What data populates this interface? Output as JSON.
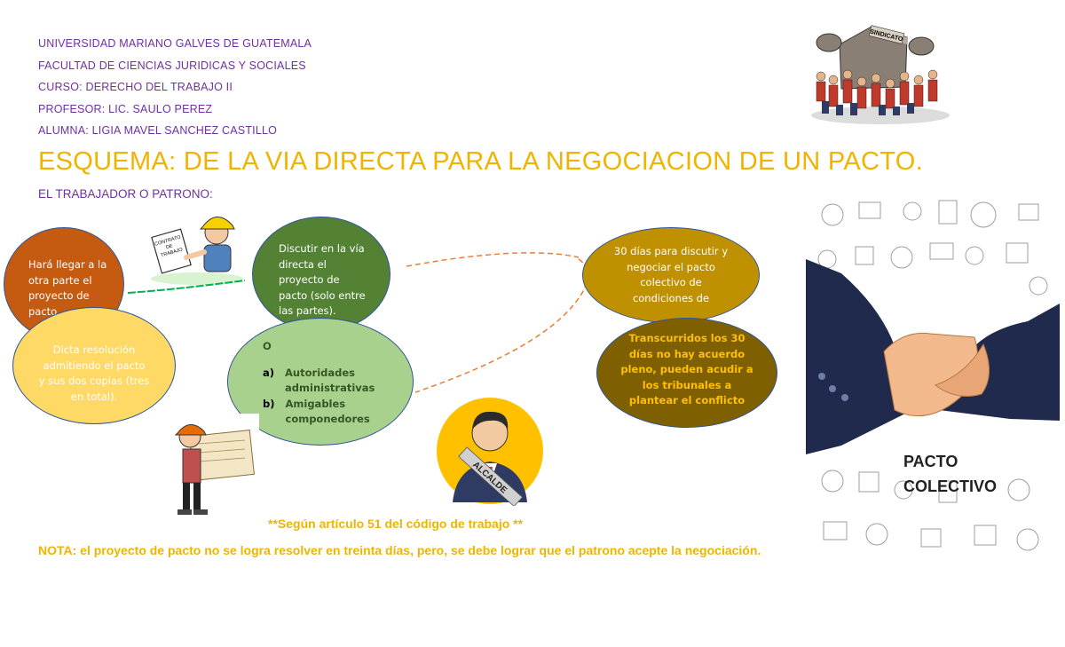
{
  "header": {
    "university": "UNIVERSIDAD MARIANO GALVES DE GUATEMALA",
    "faculty": "FACULTAD DE CIENCIAS JURIDICAS Y SOCIALES",
    "course": "CURSO: DERECHO DEL TRABAJO II",
    "professor": "PROFESOR: LIC. SAULO PEREZ",
    "student": "ALUMNA: LIGIA MAVEL SANCHEZ CASTILLO"
  },
  "title": "ESQUEMA: DE LA VIA DIRECTA PARA LA NEGOCIACION DE UN PACTO.",
  "subtitle": "EL TRABAJADOR O PATRONO:",
  "nodes": {
    "n1": [
      "Hará llegar a la",
      "otra parte el",
      "proyecto de",
      "pacto."
    ],
    "n2": [
      "Dicta resolución",
      "admitiendo el pacto",
      "y sus dos copias (tres",
      "en total)."
    ],
    "n3": [
      "Discutir en la vía",
      "directa el",
      "proyecto de",
      "pacto (solo entre",
      "las partes)."
    ],
    "n4": {
      "lead": "O",
      "items": [
        {
          "marker": "a)",
          "lines": [
            "Autoridades",
            "administrativas"
          ]
        },
        {
          "marker": "b)",
          "lines": [
            "Amigables",
            "componedores"
          ]
        }
      ]
    },
    "n5": [
      "30 días para discutir y",
      "negociar el pacto",
      "colectivo de",
      "condiciones de"
    ],
    "n6": [
      "Transcurridos los 30",
      "días no hay acuerdo",
      "pleno, pueden acudir a",
      "los tribunales a",
      "plantear el conflicto"
    ]
  },
  "images": {
    "contract": [
      "CONTRATO",
      "DE",
      "TRABAJO"
    ],
    "union_building": "SINDICATO",
    "mayor_sash": "ALCALDE",
    "pact_label": [
      "PACTO",
      "COLECTIVO"
    ]
  },
  "notes": {
    "article": "**Según artículo 51 del código de trabajo **",
    "nota": "NOTA: el proyecto de pacto no se logra resolver en treinta días, pero, se debe lograr que el patrono acepte la negociación."
  },
  "colors": {
    "header": "#7030a0",
    "title": "#f0b400",
    "orange_node": "#c55a11",
    "light_yellow_node": "#ffd966",
    "green_node": "#548235",
    "light_green_node": "#a9d18e",
    "gold_node": "#bf9000",
    "brown_node": "#7f6000",
    "connector": "#ed7d31",
    "green_line": "#00b050"
  }
}
